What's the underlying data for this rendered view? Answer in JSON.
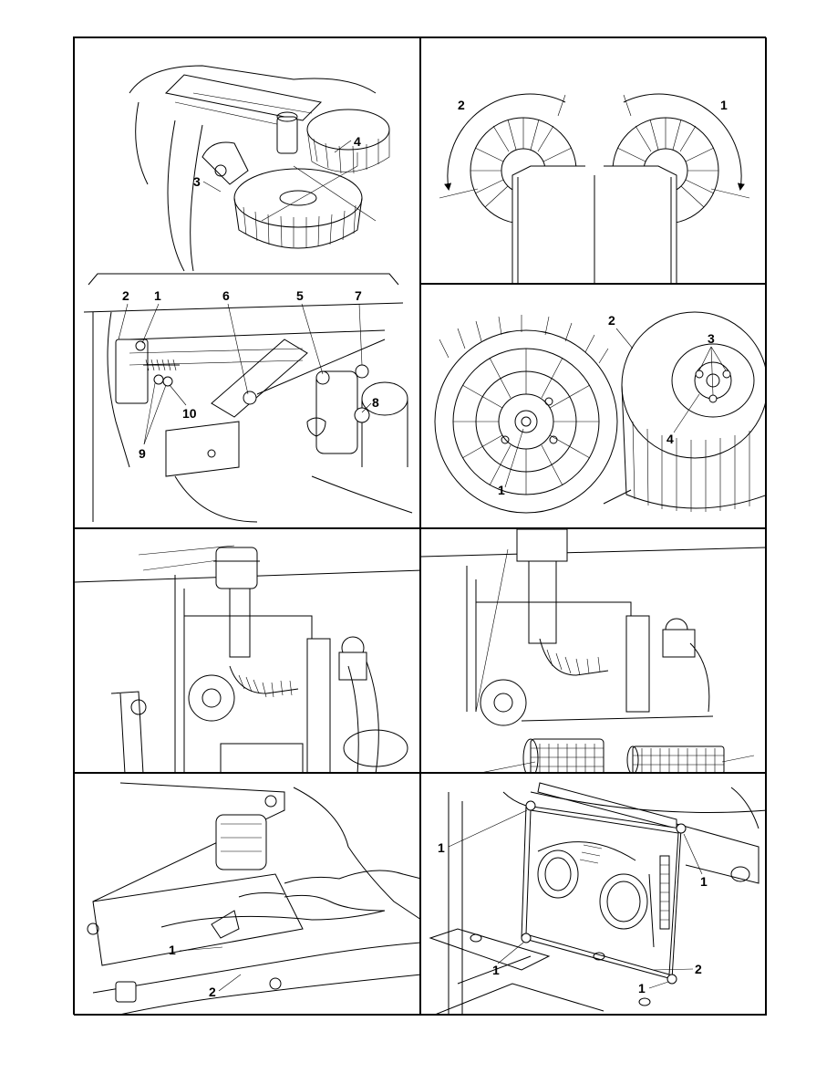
{
  "panels": [
    {
      "id": "side-broom-adjustment",
      "callouts": [
        "2",
        "1",
        "6",
        "5",
        "7",
        "8",
        "10",
        "9",
        "3",
        "4"
      ]
    },
    {
      "id": "broom-rotation",
      "callouts": [
        "2",
        "1"
      ]
    },
    {
      "id": "broom-hub",
      "callouts": [
        "2",
        "3",
        "1",
        "4"
      ]
    },
    {
      "id": "air-filter-installed",
      "callouts": []
    },
    {
      "id": "air-filter-elements",
      "callouts": []
    },
    {
      "id": "hand-under-panel",
      "callouts": [
        "1",
        "2"
      ]
    },
    {
      "id": "cover-plate",
      "callouts": [
        "1",
        "1",
        "1",
        "1",
        "2"
      ]
    }
  ],
  "labels": {
    "p1": {
      "c2": "2",
      "c1": "1",
      "c6": "6",
      "c5": "5",
      "c7": "7",
      "c8": "8",
      "c10": "10",
      "c9": "9",
      "c3": "3",
      "c4": "4"
    },
    "p2": {
      "c2": "2",
      "c1": "1"
    },
    "p3": {
      "c2": "2",
      "c3": "3",
      "c1": "1",
      "c4": "4"
    },
    "p6": {
      "c1": "1",
      "c2": "2"
    },
    "p7": {
      "c1a": "1",
      "c1b": "1",
      "c1c": "1",
      "c1d": "1",
      "c2": "2"
    }
  }
}
